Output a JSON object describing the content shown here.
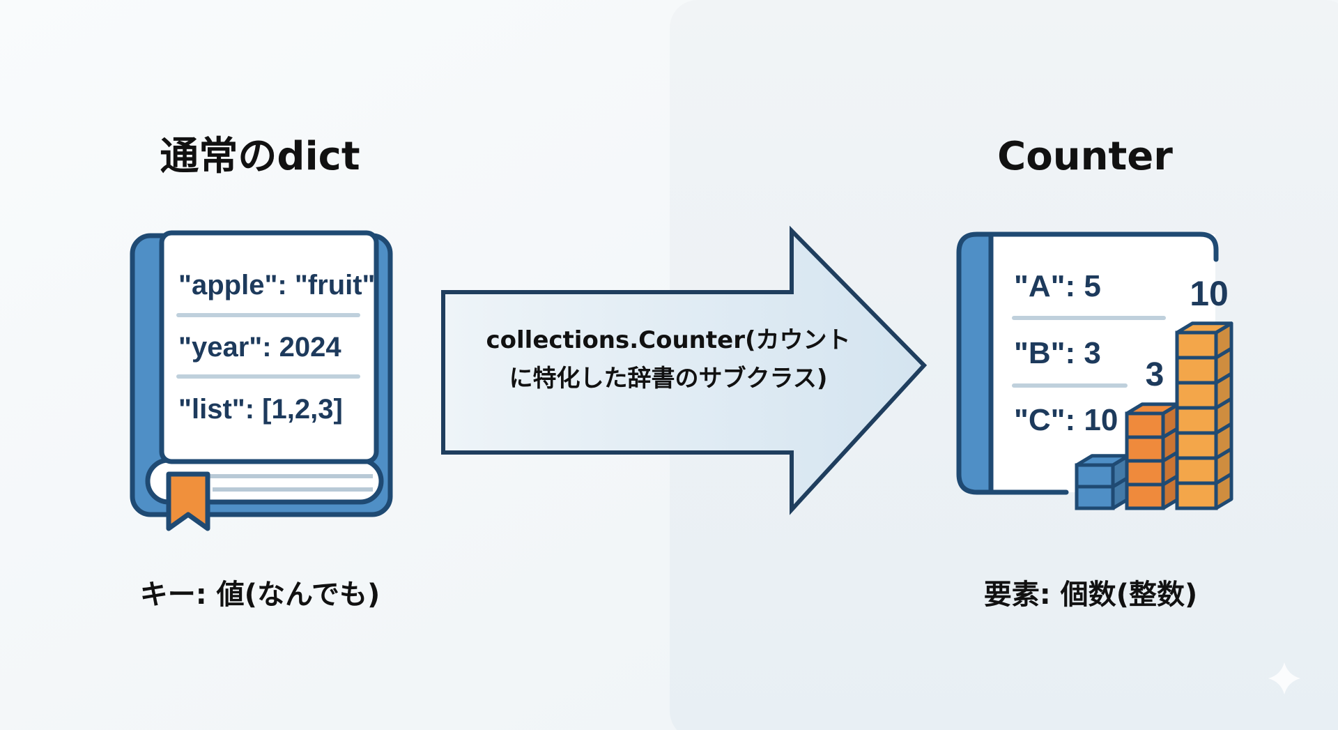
{
  "left": {
    "title": "通常のdict",
    "entries": [
      "\"apple\": \"fruit\"",
      "\"year\": 2024",
      "\"list\": [1,2,3]"
    ],
    "caption": "キー: 値(なんでも)"
  },
  "arrow": {
    "line1": "collections.Counter(カウント",
    "line2": "に特化した辞書のサブクラス)"
  },
  "right": {
    "title": "Counter",
    "entries": [
      "\"A\": 5",
      "\"B\": 3",
      "\"C\": 10"
    ],
    "caption": "要素: 個数(整数)",
    "stack_labels": {
      "mid": "3",
      "tall": "10"
    },
    "stacks": [
      {
        "cubes": 2,
        "color": "#4f8fc6"
      },
      {
        "cubes": 4,
        "color": "#ef8a3c"
      },
      {
        "cubes": 7,
        "color": "#f3a64a"
      }
    ]
  },
  "colors": {
    "outline": "#1f4a73",
    "blue": "#4f8fc6",
    "orange": "#f0903c"
  }
}
